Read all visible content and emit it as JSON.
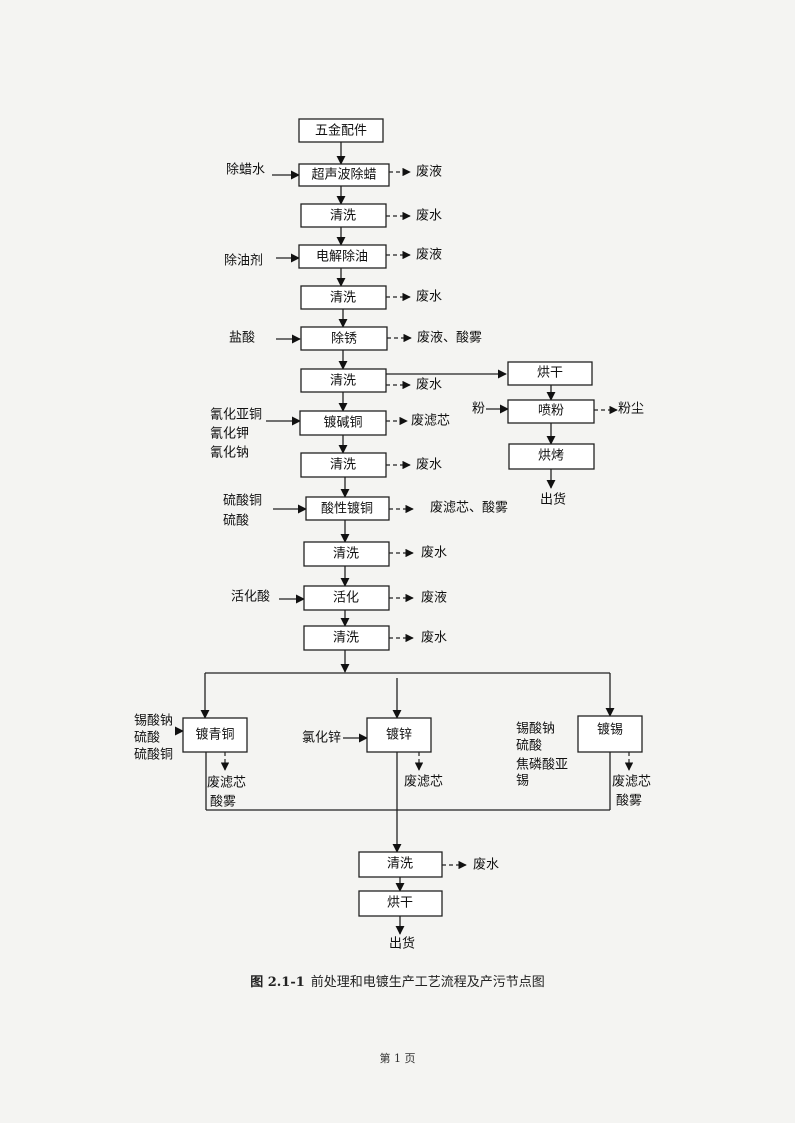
{
  "diagram": {
    "steps": {
      "wujin": "五金配件",
      "chaosheng": "超声波除蜡",
      "qingxi": "清洗",
      "dianjie": "电解除油",
      "chuxiu": "除锈",
      "dujiantong": "镀碱铜",
      "suanxingdutong": "酸性镀铜",
      "huohua": "活化",
      "duqingtong": "镀青铜",
      "duxin": "镀锌",
      "duxi": "镀锡",
      "honggan": "烘干",
      "penfen": "喷粉",
      "hongkao": "烘烤"
    },
    "inputs": {
      "chulashui": "除蜡水",
      "chuyouji": "除油剂",
      "yansuan": "盐酸",
      "qinghuayatong": "氰化亚铜",
      "qinghuajia": "氰化钾",
      "qinghuana": "氰化钠",
      "liusuantong": "硫酸铜",
      "liusuan": "硫酸",
      "huohuasuan": "活化酸",
      "xisuanna": "锡酸钠",
      "liusuantong2": "硫酸铜",
      "lvhuaxin": "氯化锌",
      "jiaolinsuanya": "焦磷酸亚",
      "xi": "锡",
      "fen": "粉"
    },
    "outputs": {
      "feiye": "废液",
      "feishui": "废水",
      "feiye_suanwu": "废液、酸雾",
      "feilvxin": "废滤芯",
      "feilvxin_suanwu": "废滤芯、酸雾",
      "suanwu": "酸雾",
      "fenchen": "粉尘",
      "chuhuo": "出货"
    }
  },
  "caption": {
    "label": "图 2.1-1",
    "text": "前处理和电镀生产工艺流程及产污节点图"
  },
  "footer": {
    "page_prefix": "第",
    "page_number": "1",
    "page_suffix": "页"
  }
}
